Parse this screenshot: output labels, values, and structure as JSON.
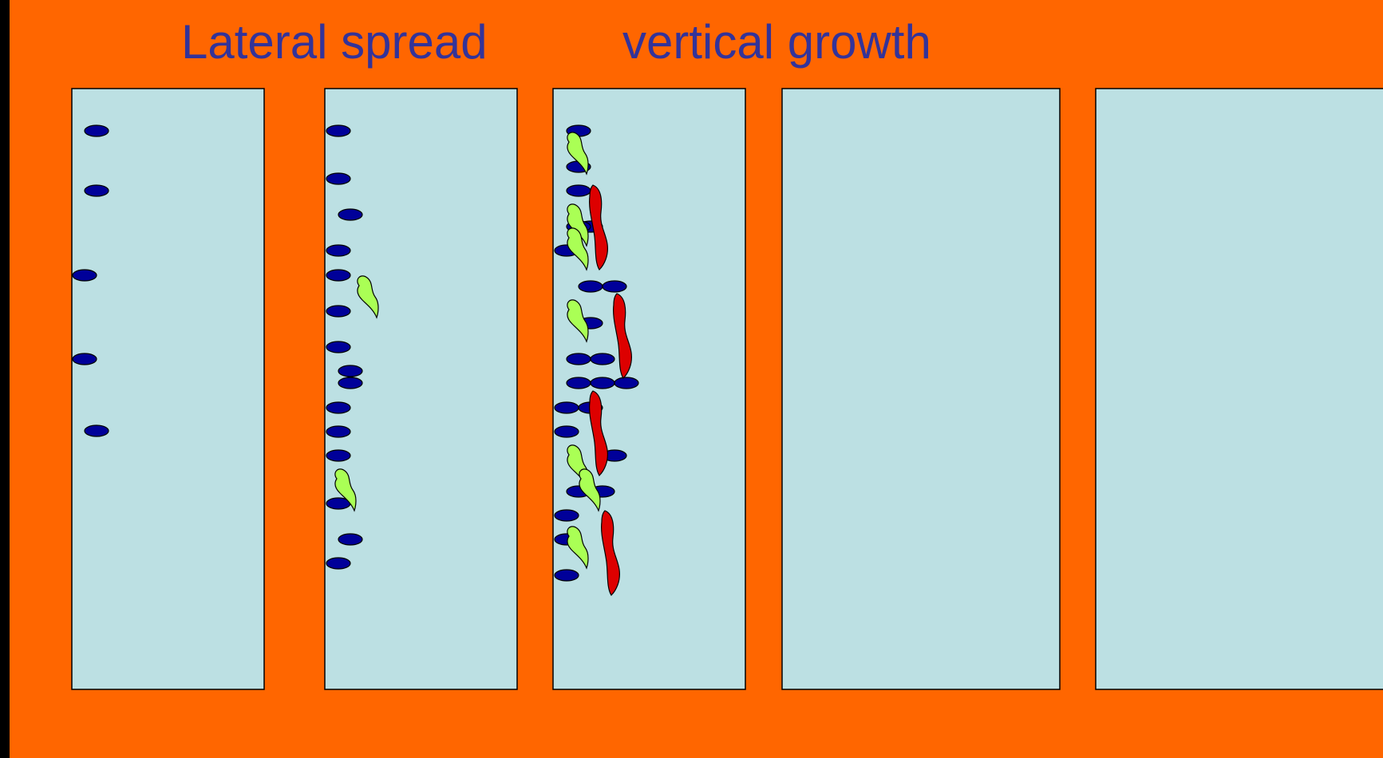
{
  "slide": {
    "title_left": "Lateral spread",
    "title_right": "vertical growth"
  },
  "colors": {
    "background": "#FF6600",
    "panel_fill": "#BCE0E3",
    "cell": "#000099",
    "leaf_cell": "#AAFF55",
    "invasive_cell": "#DD0000",
    "title": "#333399"
  },
  "panels": [
    {
      "name": "stage-1",
      "cells": 5,
      "leaf_cells": 0,
      "invasive_cells": 0
    },
    {
      "name": "stage-2",
      "cells": 17,
      "leaf_cells": 2,
      "invasive_cells": 0
    },
    {
      "name": "stage-3",
      "cells": 25,
      "leaf_cells": 7,
      "invasive_cells": 4
    },
    {
      "name": "stage-4",
      "cells": 0,
      "leaf_cells": 0,
      "invasive_cells": 0
    },
    {
      "name": "stage-5",
      "cells": 0,
      "leaf_cells": 0,
      "invasive_cells": 0
    }
  ]
}
